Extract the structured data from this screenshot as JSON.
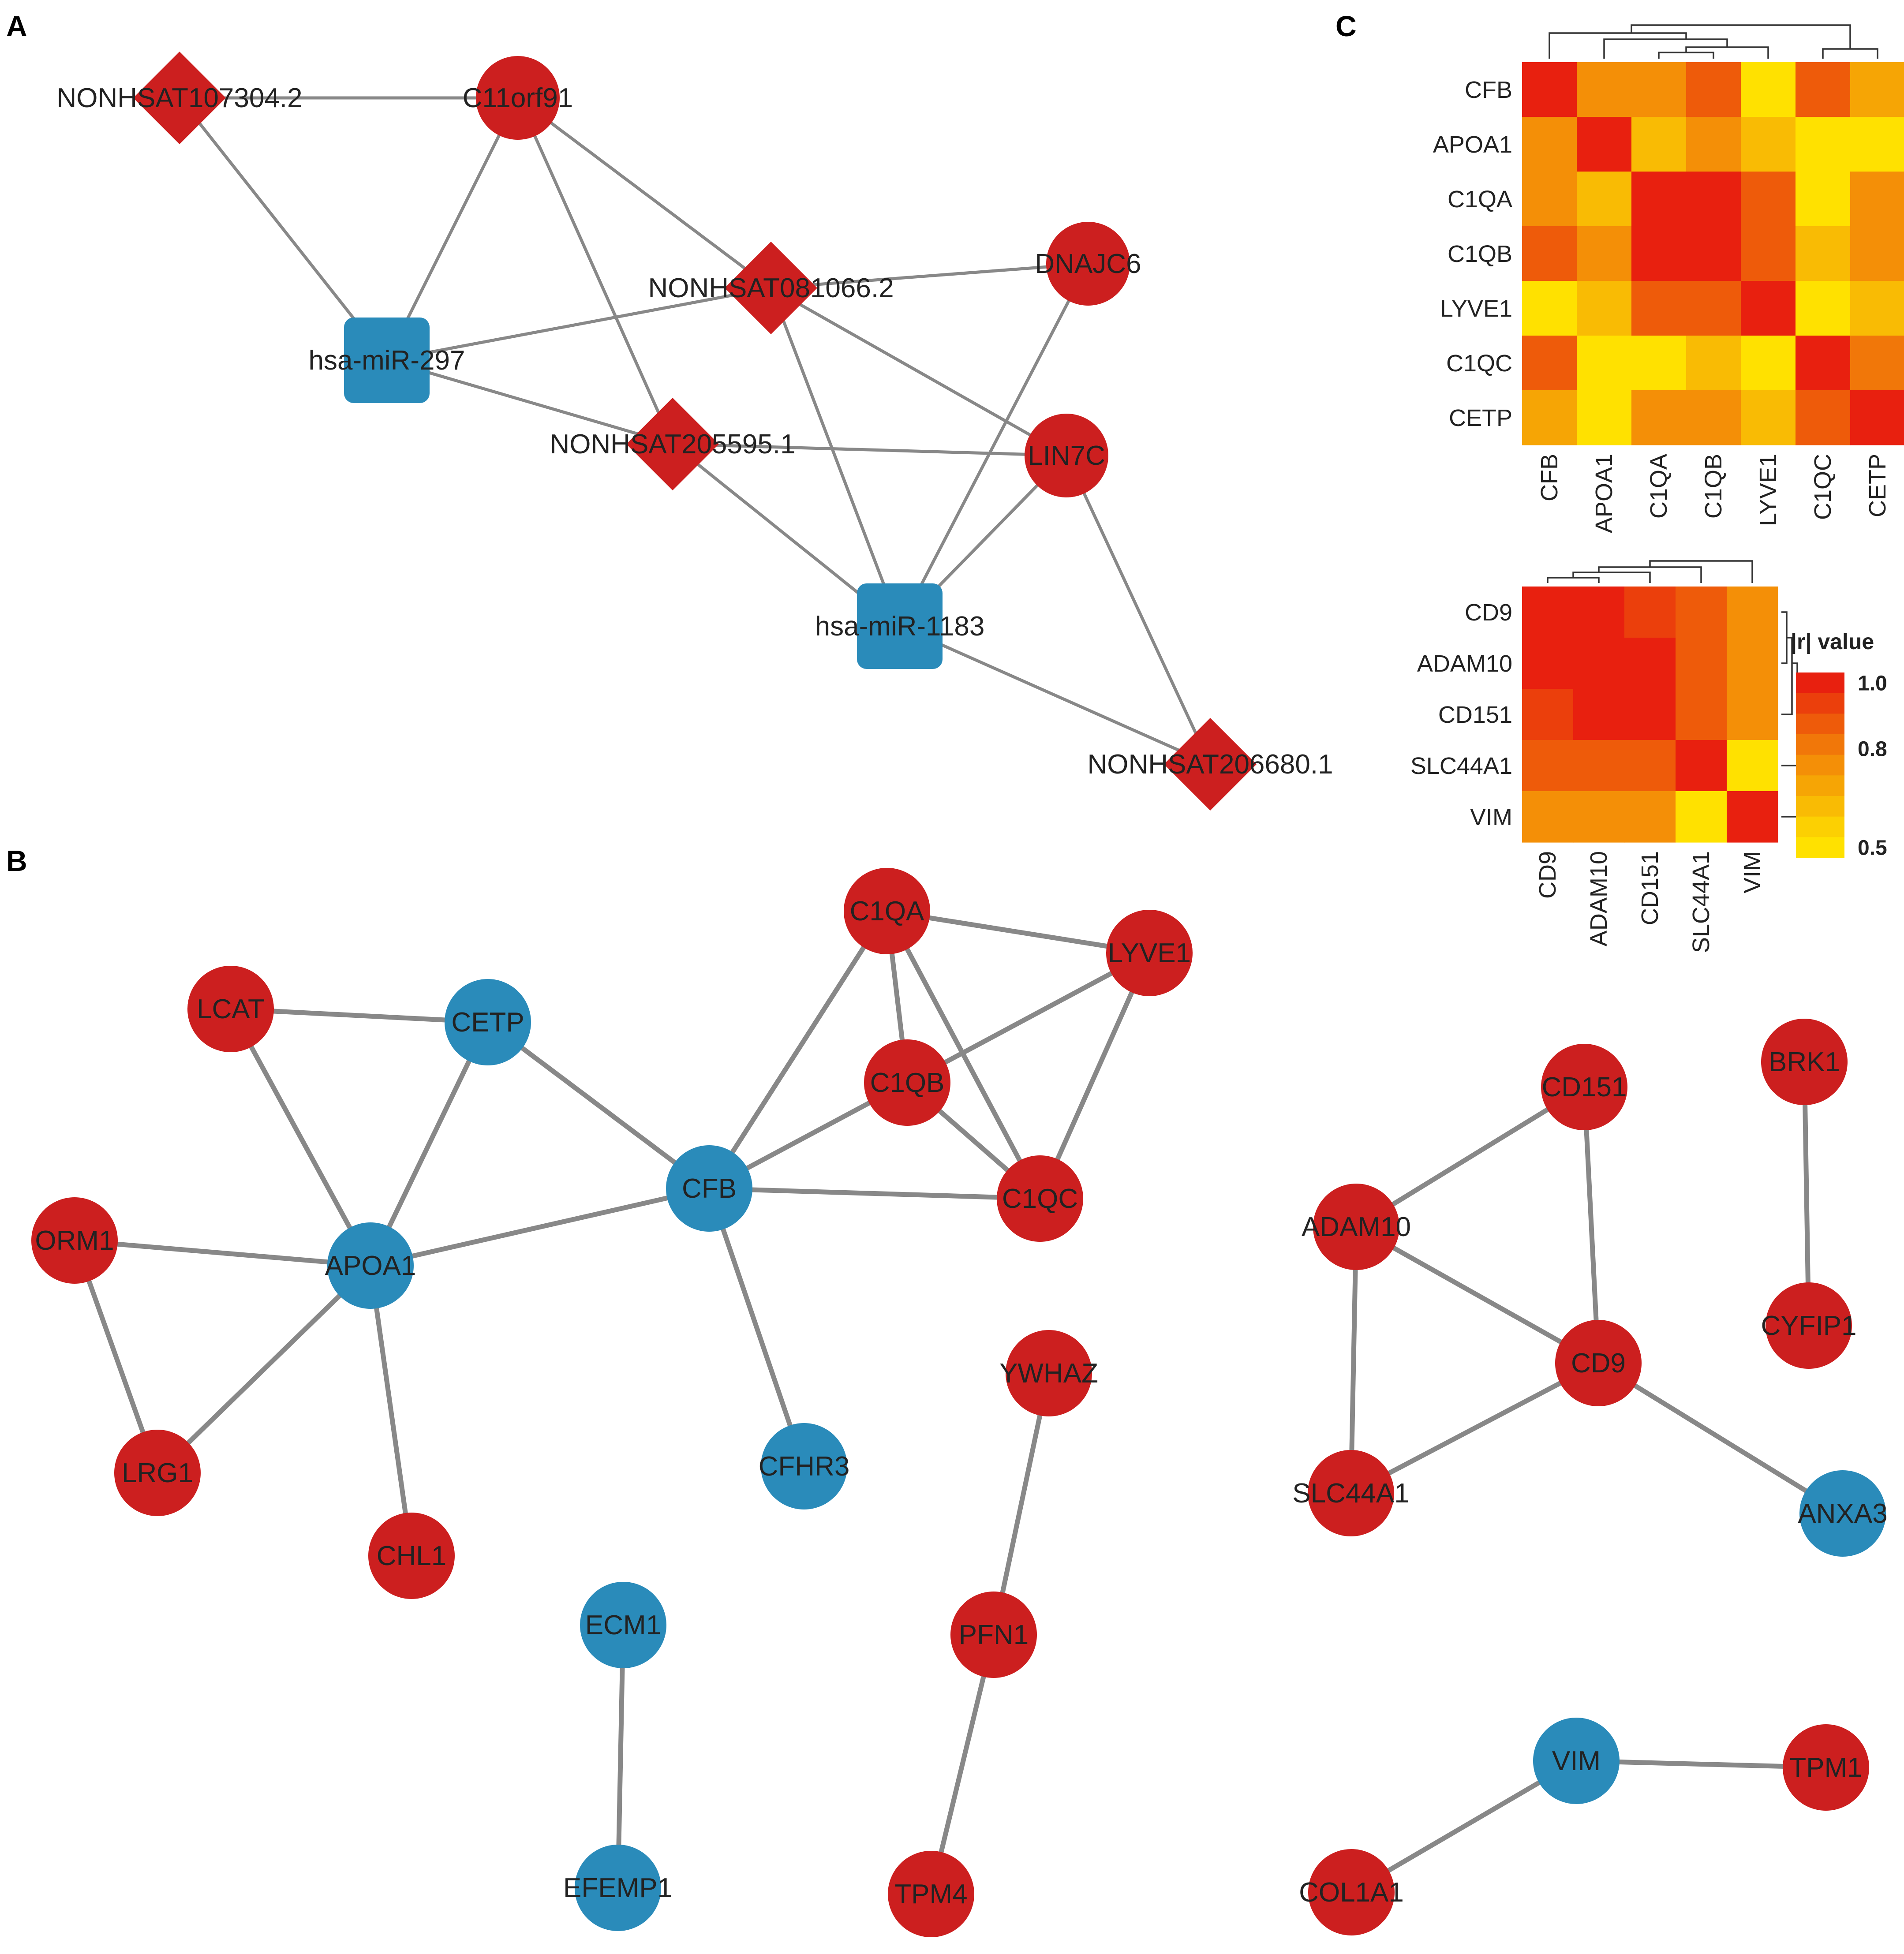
{
  "panels": {
    "a": {
      "letter": "A"
    },
    "b": {
      "letter": "B"
    },
    "c": {
      "letter": "C"
    }
  },
  "colors": {
    "up_node": "#cc1f1f",
    "down_node": "#2a8bba",
    "edge": "#888888",
    "dendrogram": "#333333"
  },
  "network_a": {
    "nodes": [
      {
        "id": "NONHSAT107304.2",
        "label": "NONHSAT107304.2",
        "shape": "diamond",
        "color": "red"
      },
      {
        "id": "C11orf91",
        "label": "C11orf91",
        "shape": "circle",
        "color": "red"
      },
      {
        "id": "NONHSAT081066.2",
        "label": "NONHSAT081066.2",
        "shape": "diamond",
        "color": "red"
      },
      {
        "id": "DNAJC6",
        "label": "DNAJC6",
        "shape": "circle",
        "color": "red"
      },
      {
        "id": "hsa-miR-297",
        "label": "hsa-miR-297",
        "shape": "square",
        "color": "blue"
      },
      {
        "id": "NONHSAT205595.1",
        "label": "NONHSAT205595.1",
        "shape": "diamond",
        "color": "red"
      },
      {
        "id": "LIN7C",
        "label": "LIN7C",
        "shape": "circle",
        "color": "red"
      },
      {
        "id": "hsa-miR-1183",
        "label": "hsa-miR-1183",
        "shape": "square",
        "color": "blue"
      },
      {
        "id": "NONHSAT206680.1",
        "label": "NONHSAT206680.1",
        "shape": "diamond",
        "color": "red"
      }
    ],
    "edges": [
      [
        "NONHSAT107304.2",
        "C11orf91"
      ],
      [
        "NONHSAT107304.2",
        "hsa-miR-297"
      ],
      [
        "C11orf91",
        "hsa-miR-297"
      ],
      [
        "C11orf91",
        "NONHSAT081066.2"
      ],
      [
        "C11orf91",
        "NONHSAT205595.1"
      ],
      [
        "NONHSAT081066.2",
        "DNAJC6"
      ],
      [
        "hsa-miR-297",
        "NONHSAT081066.2"
      ],
      [
        "hsa-miR-297",
        "NONHSAT205595.1"
      ],
      [
        "NONHSAT081066.2",
        "LIN7C"
      ],
      [
        "NONHSAT081066.2",
        "hsa-miR-1183"
      ],
      [
        "NONHSAT205595.1",
        "LIN7C"
      ],
      [
        "NONHSAT205595.1",
        "hsa-miR-1183"
      ],
      [
        "DNAJC6",
        "hsa-miR-1183"
      ],
      [
        "LIN7C",
        "hsa-miR-1183"
      ],
      [
        "LIN7C",
        "NONHSAT206680.1"
      ],
      [
        "hsa-miR-1183",
        "NONHSAT206680.1"
      ]
    ]
  },
  "network_b": {
    "nodes": [
      {
        "id": "C1QA",
        "label": "C1QA",
        "color": "red"
      },
      {
        "id": "LYVE1",
        "label": "LYVE1",
        "color": "red"
      },
      {
        "id": "LCAT",
        "label": "LCAT",
        "color": "red"
      },
      {
        "id": "CETP",
        "label": "CETP",
        "color": "blue"
      },
      {
        "id": "C1QB",
        "label": "C1QB",
        "color": "red"
      },
      {
        "id": "CFB",
        "label": "CFB",
        "color": "blue"
      },
      {
        "id": "C1QC",
        "label": "C1QC",
        "color": "red"
      },
      {
        "id": "ORM1",
        "label": "ORM1",
        "color": "red"
      },
      {
        "id": "APOA1",
        "label": "APOA1",
        "color": "blue"
      },
      {
        "id": "LRG1",
        "label": "LRG1",
        "color": "red"
      },
      {
        "id": "CHL1",
        "label": "CHL1",
        "color": "red"
      },
      {
        "id": "CFHR3",
        "label": "CFHR3",
        "color": "blue"
      },
      {
        "id": "YWHAZ",
        "label": "YWHAZ",
        "color": "red"
      },
      {
        "id": "PFN1",
        "label": "PFN1",
        "color": "red"
      },
      {
        "id": "TPM4",
        "label": "TPM4",
        "color": "red"
      },
      {
        "id": "ECM1",
        "label": "ECM1",
        "color": "blue"
      },
      {
        "id": "EFEMP1",
        "label": "EFEMP1",
        "color": "blue"
      },
      {
        "id": "CD151",
        "label": "CD151",
        "color": "red"
      },
      {
        "id": "BRK1",
        "label": "BRK1",
        "color": "red"
      },
      {
        "id": "ADAM10",
        "label": "ADAM10",
        "color": "red"
      },
      {
        "id": "CD9",
        "label": "CD9",
        "color": "red"
      },
      {
        "id": "CYFIP1",
        "label": "CYFIP1",
        "color": "red"
      },
      {
        "id": "SLC44A1",
        "label": "SLC44A1",
        "color": "red"
      },
      {
        "id": "ANXA3",
        "label": "ANXA3",
        "color": "blue"
      },
      {
        "id": "TPM1",
        "label": "TPM1",
        "color": "red"
      },
      {
        "id": "VIM",
        "label": "VIM",
        "color": "blue"
      },
      {
        "id": "COL1A1",
        "label": "COL1A1",
        "color": "red"
      }
    ],
    "edges": [
      [
        "C1QA",
        "LYVE1"
      ],
      [
        "C1QA",
        "C1QB"
      ],
      [
        "C1QA",
        "C1QC"
      ],
      [
        "C1QA",
        "CFB"
      ],
      [
        "LYVE1",
        "C1QB"
      ],
      [
        "LYVE1",
        "C1QC"
      ],
      [
        "C1QB",
        "C1QC"
      ],
      [
        "C1QB",
        "CFB"
      ],
      [
        "CFB",
        "C1QC"
      ],
      [
        "CETP",
        "CFB"
      ],
      [
        "LCAT",
        "CETP"
      ],
      [
        "LCAT",
        "APOA1"
      ],
      [
        "CETP",
        "APOA1"
      ],
      [
        "CFB",
        "APOA1"
      ],
      [
        "CFB",
        "CFHR3"
      ],
      [
        "ORM1",
        "APOA1"
      ],
      [
        "ORM1",
        "LRG1"
      ],
      [
        "APOA1",
        "LRG1"
      ],
      [
        "APOA1",
        "CHL1"
      ],
      [
        "YWHAZ",
        "PFN1"
      ],
      [
        "PFN1",
        "TPM4"
      ],
      [
        "ECM1",
        "EFEMP1"
      ],
      [
        "CD151",
        "ADAM10"
      ],
      [
        "CD151",
        "CD9"
      ],
      [
        "ADAM10",
        "CD9"
      ],
      [
        "ADAM10",
        "SLC44A1"
      ],
      [
        "CD9",
        "SLC44A1"
      ],
      [
        "CD9",
        "ANXA3"
      ],
      [
        "BRK1",
        "CYFIP1"
      ],
      [
        "TPM1",
        "VIM"
      ],
      [
        "VIM",
        "COL1A1"
      ]
    ]
  },
  "heatmaps": {
    "top": {
      "labels": [
        "CFB",
        "APOA1",
        "C1QA",
        "C1QB",
        "LYVE1",
        "C1QC",
        "CETP"
      ],
      "values": [
        [
          1.0,
          0.75,
          0.75,
          0.85,
          0.5,
          0.88,
          0.68
        ],
        [
          0.75,
          1.0,
          0.65,
          0.72,
          0.62,
          0.5,
          0.5
        ],
        [
          0.75,
          0.65,
          1.0,
          1.0,
          0.88,
          0.52,
          0.72
        ],
        [
          0.85,
          0.72,
          1.0,
          1.0,
          0.88,
          0.62,
          0.72
        ],
        [
          0.5,
          0.65,
          0.88,
          0.88,
          1.0,
          0.5,
          0.65
        ],
        [
          0.85,
          0.5,
          0.5,
          0.65,
          0.52,
          1.0,
          0.82
        ],
        [
          0.68,
          0.5,
          0.72,
          0.72,
          0.65,
          0.85,
          1.0
        ]
      ]
    },
    "bottom": {
      "labels": [
        "CD9",
        "ADAM10",
        "CD151",
        "SLC44A1",
        "VIM"
      ],
      "values": [
        [
          1.0,
          1.0,
          0.95,
          0.9,
          0.72
        ],
        [
          1.0,
          1.0,
          1.0,
          0.88,
          0.72
        ],
        [
          0.95,
          1.0,
          1.0,
          0.88,
          0.78
        ],
        [
          0.9,
          0.88,
          0.88,
          1.0,
          0.5
        ],
        [
          0.72,
          0.72,
          0.78,
          0.5,
          1.0
        ]
      ]
    }
  },
  "legend": {
    "title": "|r| value",
    "ticks": [
      {
        "label": "1.0",
        "value": 1.0
      },
      {
        "label": "0.8",
        "value": 0.8
      },
      {
        "label": "0.5",
        "value": 0.5
      }
    ],
    "colors": [
      "#e8200f",
      "#eb3f0c",
      "#ee5b0a",
      "#f17709",
      "#f48f07",
      "#f6a505",
      "#f9bb04",
      "#fcd002",
      "#ffe100"
    ]
  }
}
